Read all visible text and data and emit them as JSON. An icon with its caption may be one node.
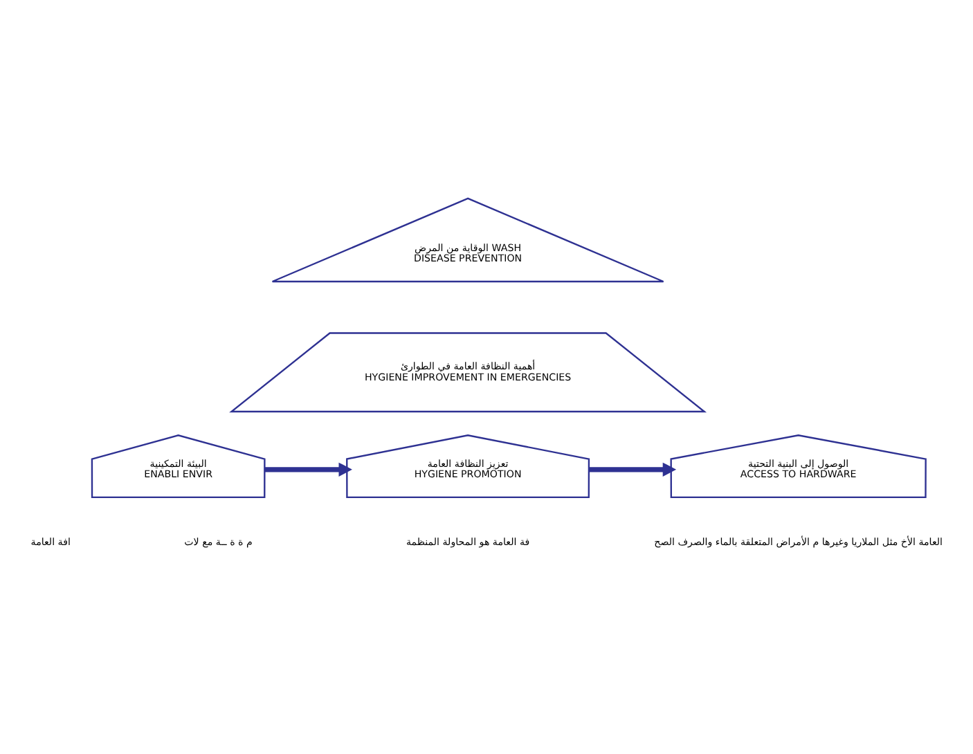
{
  "diagram": {
    "nodes": [
      {
        "text": [
          "الوقاية من المرض WASH",
          "DISEASE PREVENTION"
        ]
      },
      {
        "text": [
          "أهمية النظافة العامة في الطوارئ",
          "HYGIENE IMPROVEMENT IN EMERGENCIES"
        ]
      },
      {
        "text": [
          "البيئة التمكينية",
          "ENABLI ENVIR"
        ]
      },
      {
        "text": [
          "تعزيز النظافة العامة",
          "HYGIENE PROMOTION"
        ]
      },
      {
        "text": [
          "الوصول إلى البنية التحتية",
          "ACCESS TO HARDWARE"
        ]
      }
    ],
    "edges": [
      {
        "from": 2,
        "to": 3,
        "arrow": "to"
      },
      {
        "from": 3,
        "to": 4,
        "arrow": "to"
      }
    ],
    "labels": [
      "افة العامة",
      "فة العامة هو المحاولة المنظمة",
      "العامة الأخ مثل الملاريا وغيرها م الأمراض المتعلقة بالماء والصرف الصح",
      "م ة ة ــة مع لات"
    ]
  }
}
